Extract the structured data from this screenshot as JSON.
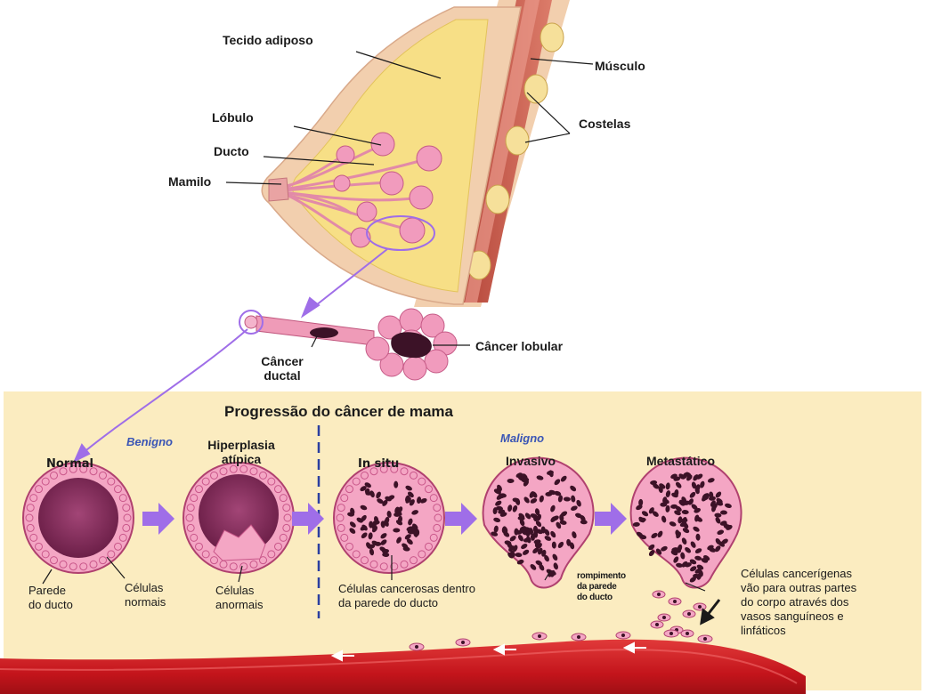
{
  "anatomy_labels": {
    "tecido_adiposo": "Tecido adiposo",
    "musculo": "Músculo",
    "lobulo": "Lóbulo",
    "costelas": "Costelas",
    "ducto": "Ducto",
    "mamilo": "Mamilo",
    "cancer_lobular": "Câncer lobular",
    "cancer_ductal": [
      "Câncer",
      "ductal"
    ]
  },
  "progression": {
    "title": "Progressão do câncer de mama",
    "benigno": "Benigno",
    "maligno": "Maligno",
    "stages": {
      "normal": "Normal",
      "hiperplasia": [
        "Hiperplasia",
        "atípica"
      ],
      "in_situ": "In situ",
      "invasivo": "Invasivo",
      "metastatico": "Metastático"
    },
    "captions": {
      "parede": [
        "Parede",
        "do ducto"
      ],
      "normais": [
        "Células",
        "normais"
      ],
      "anormais": [
        "Células",
        "anormais"
      ],
      "cancerosas": [
        "Células cancerosas dentro",
        "da parede do ducto"
      ],
      "rompimento": [
        "rompimento",
        "da parede",
        "do ducto"
      ],
      "cancerigenas": [
        "Células cancerígenas",
        "vão para outras partes",
        "do corpo através dos",
        "vasos sanguíneos e",
        "linfáticos"
      ]
    }
  },
  "colors": {
    "panel_bg": "#fbecc0",
    "skin": "#f2cfae",
    "fat": "#f7df86",
    "muscle": "#c85a4c",
    "lobule": "#e591b6",
    "duct_lumen": "#8c2f5f",
    "cancer_cell": "#3c1227",
    "arrow_purple": "#9f6ee8",
    "vessel": "#c8141c",
    "divider": "#2b3fa0"
  }
}
